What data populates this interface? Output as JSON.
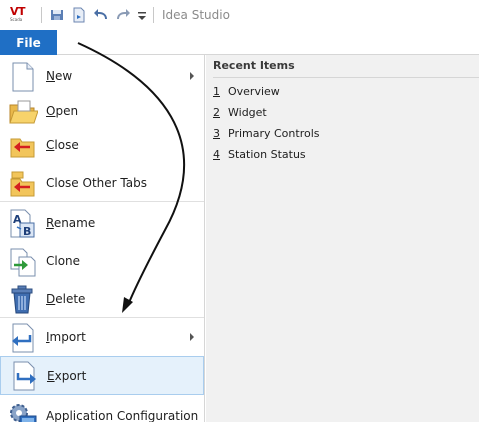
{
  "app": {
    "logo_text": "VT",
    "logo_sub": "Scada",
    "title": "Idea Studio"
  },
  "ribbon": {
    "file_tab": "File"
  },
  "menu": {
    "items": [
      {
        "label_u": "N",
        "label_rest": "ew",
        "icon": "new-document-icon",
        "has_submenu": true
      },
      {
        "label_u": "O",
        "label_rest": "pen",
        "icon": "open-folder-icon",
        "has_submenu": false
      },
      {
        "label_u": "C",
        "label_rest": "lose",
        "icon": "close-folder-icon",
        "has_submenu": false
      },
      {
        "label_u": "",
        "label_rest": "Close Other Tabs",
        "icon": "close-other-tabs-icon",
        "has_submenu": false
      },
      {
        "label_u": "R",
        "label_rest": "ename",
        "icon": "rename-icon",
        "has_submenu": false
      },
      {
        "label_u": "",
        "label_rest": "Clone",
        "icon": "clone-icon",
        "has_submenu": false
      },
      {
        "label_u": "D",
        "label_rest": "elete",
        "icon": "trash-icon",
        "has_submenu": false
      },
      {
        "label_u": "I",
        "label_rest": "mport",
        "icon": "import-icon",
        "has_submenu": true
      },
      {
        "label_u": "E",
        "label_rest": "xport",
        "icon": "export-icon",
        "has_submenu": false
      },
      {
        "label_u": "",
        "label_rest": "Application Configuration",
        "icon": "gear-monitor-icon",
        "has_submenu": false
      }
    ]
  },
  "recent": {
    "title": "Recent Items",
    "items": [
      {
        "num": "1",
        "label": "Overview"
      },
      {
        "num": "2",
        "label": "Widget"
      },
      {
        "num": "3",
        "label": "Primary Controls"
      },
      {
        "num": "4",
        "label": "Station Status"
      }
    ]
  }
}
